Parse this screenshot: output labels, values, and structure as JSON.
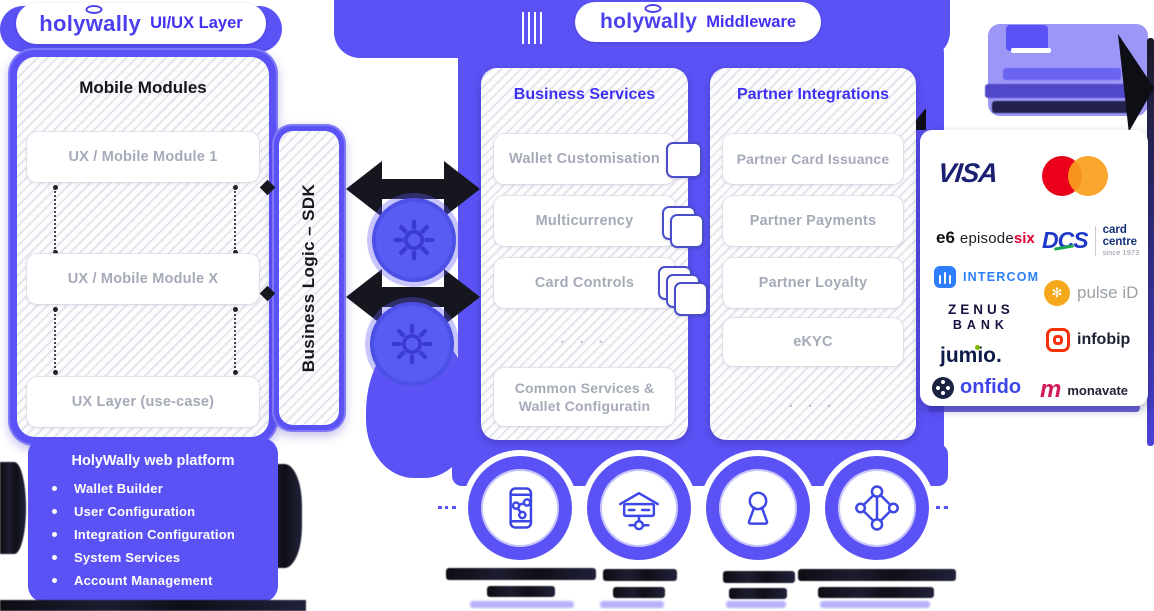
{
  "colors": {
    "primary_purple": "#5B52F5",
    "brand_indigo": "#4C40EE",
    "section_title_blue": "#3D2FF2",
    "card_text_gray": "#A5AAB8",
    "dark_glitch": "#14141E",
    "visa_navy": "#1A1F71",
    "mastercard_red": "#EB001B",
    "mastercard_orange": "#F79E1B",
    "intercom_blue": "#2D7FF9",
    "pulse_orange": "#F5A81C",
    "infobip_orange": "#F5310A",
    "monavate_magenta": "#D31A5B"
  },
  "uiux_pill": {
    "brand_pre": "holy",
    "brand_w": "w",
    "brand_post": "ally",
    "label": "UI/UX Layer"
  },
  "middleware_pill": {
    "brand_pre": "holy",
    "brand_w": "w",
    "brand_post": "ally",
    "label": "Middleware"
  },
  "mobile_modules": {
    "title": "Mobile Modules",
    "cards": [
      "UX / Mobile Module 1",
      "UX / Mobile Module X",
      "UX Layer (use-case)"
    ]
  },
  "sdk_bar": {
    "label": "Business Logic – SDK"
  },
  "business_services": {
    "title": "Business Services",
    "items": [
      "Wallet Customisation",
      "Multicurrency",
      "Card Controls"
    ],
    "ellipsis": "· · ·",
    "footer_line1": "Common Services &",
    "footer_line2": "Wallet Configuratin"
  },
  "partner_integrations": {
    "title": "Partner Integrations",
    "items": [
      "Partner Card Issuance",
      "Partner Payments",
      "Partner Loyalty",
      "eKYC"
    ],
    "ellipsis": "· · ·"
  },
  "partner_logos": {
    "visa": "VISA",
    "episodesix_icon": "e6",
    "episodesix_dark": "episode",
    "episodesix_red": "six",
    "dcs": "DCS",
    "dcs_line1": "card",
    "dcs_line2": "centre",
    "dcs_line3": "since 1973",
    "intercom": "INTERCOM",
    "pulse_icon": "✻",
    "pulse_id": "pulse iD",
    "zenus_line1": "ZENUS",
    "zenus_line2": "BANK",
    "jumio": "jumio.",
    "infobip": "infobip",
    "onfido": "onfido",
    "monavate_m": "m",
    "monavate": "monavate"
  },
  "web_platform": {
    "title": "HolyWally web platform",
    "items": [
      "Wallet Builder",
      "User Configuration",
      "Integration Configuration",
      "System Services",
      "Account Management"
    ]
  },
  "bottom_icons": [
    {
      "icon": "mobile-share-icon"
    },
    {
      "icon": "server-node-icon"
    },
    {
      "icon": "keyhole-icon"
    },
    {
      "icon": "network-diamond-icon"
    }
  ]
}
